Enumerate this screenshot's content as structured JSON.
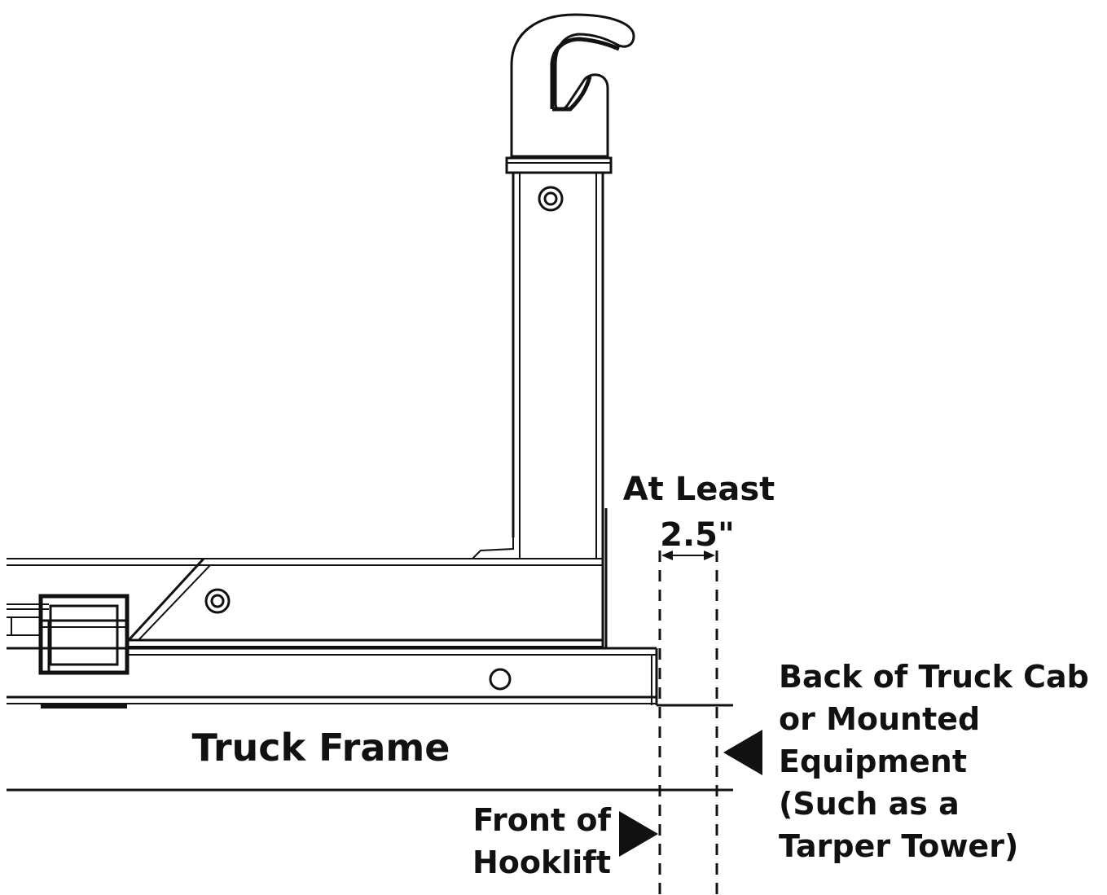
{
  "labels": {
    "clearance_title": "At Least",
    "clearance_value": "2.5\"",
    "truck_frame": "Truck Frame",
    "hooklift_front_line1": "Front of",
    "hooklift_front_line2": "Hooklift",
    "cab_line1": "Back of Truck Cab",
    "cab_line2": "or Mounted",
    "cab_line3": "Equipment",
    "cab_line4": "(Such as a",
    "cab_line5": "Tarper Tower)"
  },
  "colors": {
    "line": "#111111",
    "background": "#ffffff"
  }
}
